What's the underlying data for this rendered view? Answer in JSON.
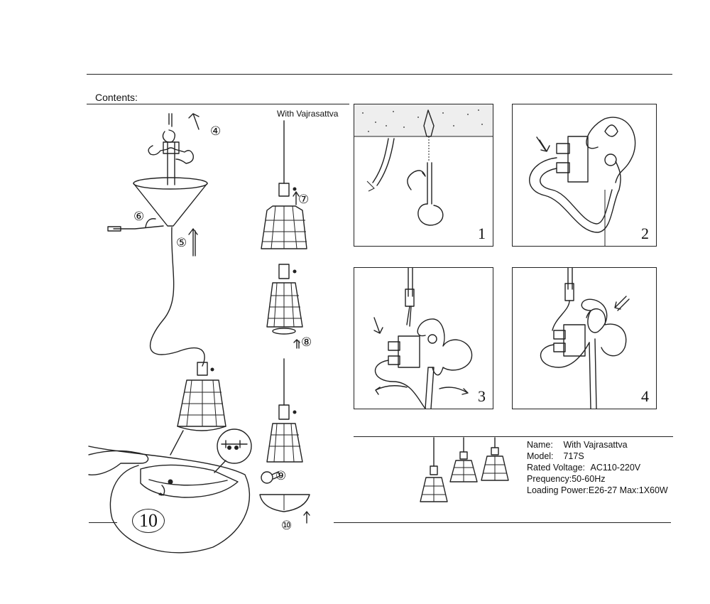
{
  "contents_label": "Contents:",
  "variant_label": "With Vajrasattva",
  "steps": {
    "s4": "④",
    "s5": "⑤",
    "s6": "⑥",
    "s7": "⑦",
    "s8": "⑧",
    "s9": "⑨",
    "s10": "⑩",
    "s10_large": "10"
  },
  "panels": [
    {
      "number": "1"
    },
    {
      "number": "2"
    },
    {
      "number": "3"
    },
    {
      "number": "4"
    }
  ],
  "specs": {
    "name_label": "Name:",
    "name_value": "With Vajrasattva",
    "model_label": "Model:",
    "model_value": "717S",
    "voltage_label": "Rated Voltage:",
    "voltage_value": "AC110-220V",
    "frequency_label": "Prequency:",
    "frequency_value": "50-60Hz",
    "power_label": "Loading Power:",
    "power_value": "E26-27 Max:1X60W"
  }
}
